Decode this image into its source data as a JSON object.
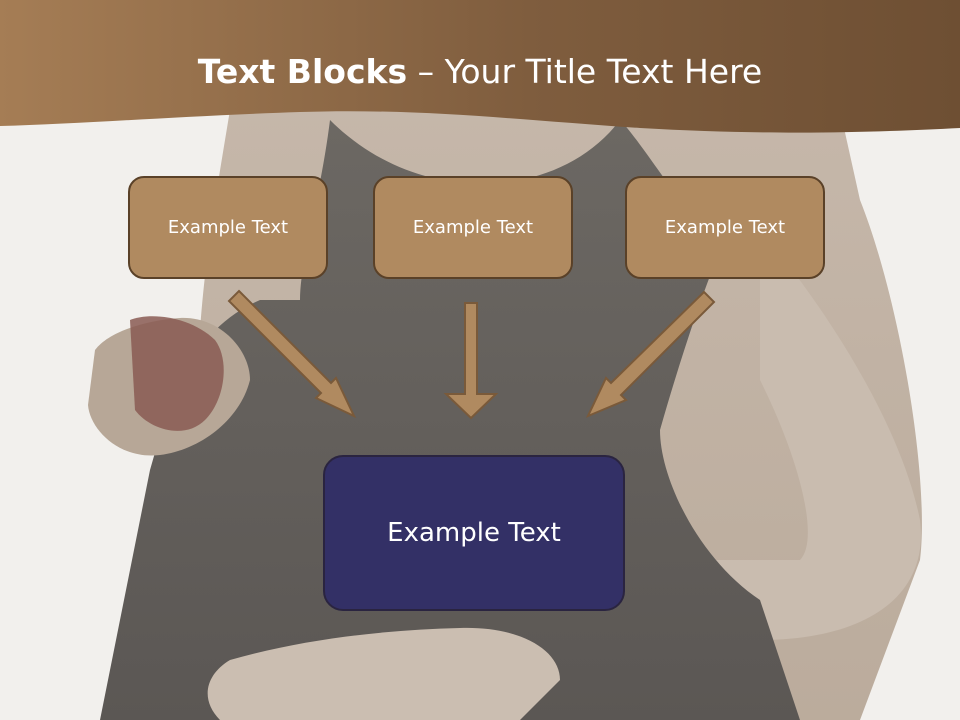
{
  "slide": {
    "title_bold": "Text Blocks",
    "title_sep": " – ",
    "title_rest": "Your Title Text Here"
  },
  "blocks": {
    "top": [
      "Example Text",
      "Example Text",
      "Example Text"
    ],
    "bottom": "Example Text"
  },
  "colors": {
    "header": "#8a6442",
    "box_fill": "#b08a60",
    "box_border": "#5a4128",
    "arrow": "#b08a60",
    "target_fill": "#333066"
  }
}
